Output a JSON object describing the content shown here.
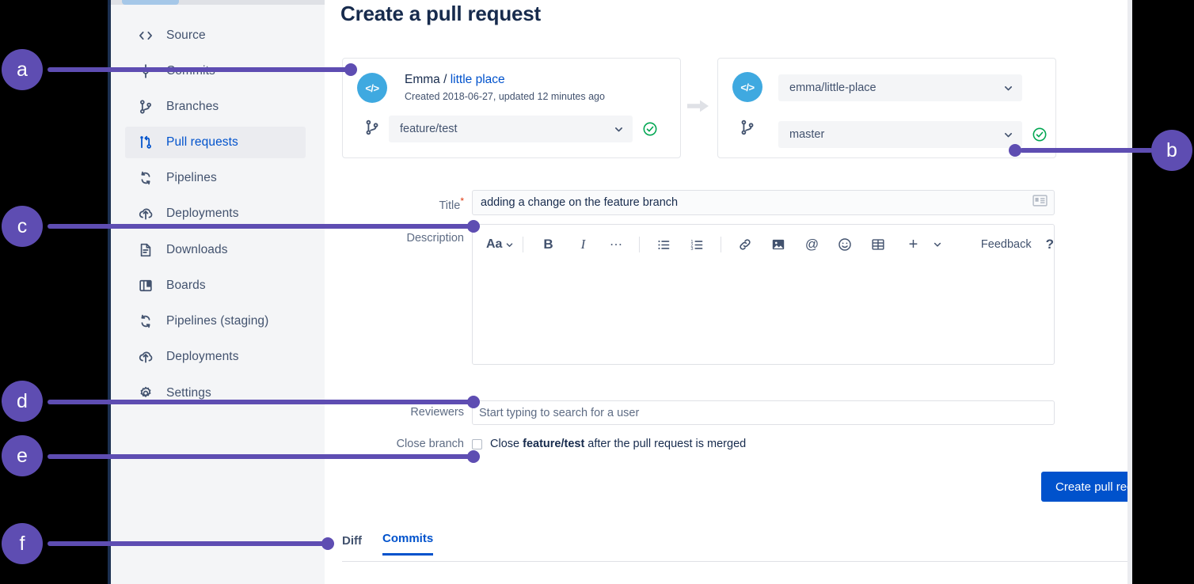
{
  "page": {
    "title": "Create a pull request"
  },
  "sidebar": {
    "items": [
      {
        "label": "Source",
        "icon": "code-icon",
        "active": false
      },
      {
        "label": "Commits",
        "icon": "commits-icon",
        "active": false
      },
      {
        "label": "Branches",
        "icon": "branches-icon",
        "active": false
      },
      {
        "label": "Pull requests",
        "icon": "pull-request-icon",
        "active": true
      },
      {
        "label": "Pipelines",
        "icon": "pipelines-icon",
        "active": false
      },
      {
        "label": "Deployments",
        "icon": "deployments-icon",
        "active": false
      },
      {
        "label": "Downloads",
        "icon": "downloads-icon",
        "active": false
      },
      {
        "label": "Boards",
        "icon": "boards-icon",
        "active": false
      },
      {
        "label": "Pipelines (staging)",
        "icon": "pipelines-icon",
        "active": false
      },
      {
        "label": "Deployments",
        "icon": "deployments-icon",
        "active": false
      },
      {
        "label": "Settings",
        "icon": "gear-icon",
        "active": false
      }
    ]
  },
  "source_card": {
    "avatar_glyph": "</>",
    "repo_owner": "Emma",
    "repo_separator": " / ",
    "repo_name": "little place",
    "meta": "Created 2018-06-27, updated 12 minutes ago",
    "branch_select": "feature/test",
    "branch_status": "valid"
  },
  "dest_card": {
    "avatar_glyph": "</>",
    "repo_select": "emma/little-place",
    "branch_select": "master",
    "branch_status": "valid"
  },
  "form": {
    "title_label": "Title",
    "title_required_mark": "*",
    "title_value": "adding a change on the feature branch",
    "title_field_icon": "contact-card-icon",
    "description_label": "Description",
    "reviewers_label": "Reviewers",
    "reviewers_placeholder": "Start typing to search for a user",
    "close_branch_label": "Close branch",
    "close_branch_text_before": "Close ",
    "close_branch_branch": "feature/test",
    "close_branch_text_after": " after the pull request is merged",
    "close_branch_checked": false,
    "submit_label": "Create pull request"
  },
  "editor_toolbar": {
    "tools": [
      {
        "name": "text-style-icon",
        "glyph": "Aa"
      },
      {
        "name": "bold-icon",
        "glyph": "B"
      },
      {
        "name": "italic-icon",
        "glyph": "I"
      },
      {
        "name": "more-formatting-icon",
        "glyph": "…"
      },
      {
        "name": "bullet-list-icon",
        "glyph": "list"
      },
      {
        "name": "numbered-list-icon",
        "glyph": "list-ol"
      },
      {
        "name": "link-icon",
        "glyph": "link"
      },
      {
        "name": "image-icon",
        "glyph": "image"
      },
      {
        "name": "mention-icon",
        "glyph": "@"
      },
      {
        "name": "emoji-icon",
        "glyph": "emoji"
      },
      {
        "name": "table-icon",
        "glyph": "table"
      },
      {
        "name": "insert-more-icon",
        "glyph": "+"
      }
    ],
    "feedback_label": "Feedback",
    "help_label": "?"
  },
  "tabs": [
    {
      "label": "Diff",
      "active": false
    },
    {
      "label": "Commits",
      "active": true
    }
  ],
  "callouts": [
    {
      "id": "a",
      "label": "a"
    },
    {
      "id": "b",
      "label": "b"
    },
    {
      "id": "c",
      "label": "c"
    },
    {
      "id": "d",
      "label": "d"
    },
    {
      "id": "e",
      "label": "e"
    },
    {
      "id": "f",
      "label": "f"
    }
  ],
  "colors": {
    "callout": "#5E4DB2",
    "primary_button": "#0052CC",
    "link": "#0052CC",
    "sidebar_bg": "#F4F5F7",
    "avatar": "#3FA9E0",
    "status_ok": "#36B37E",
    "required": "#DE350B",
    "background": "#000000"
  }
}
